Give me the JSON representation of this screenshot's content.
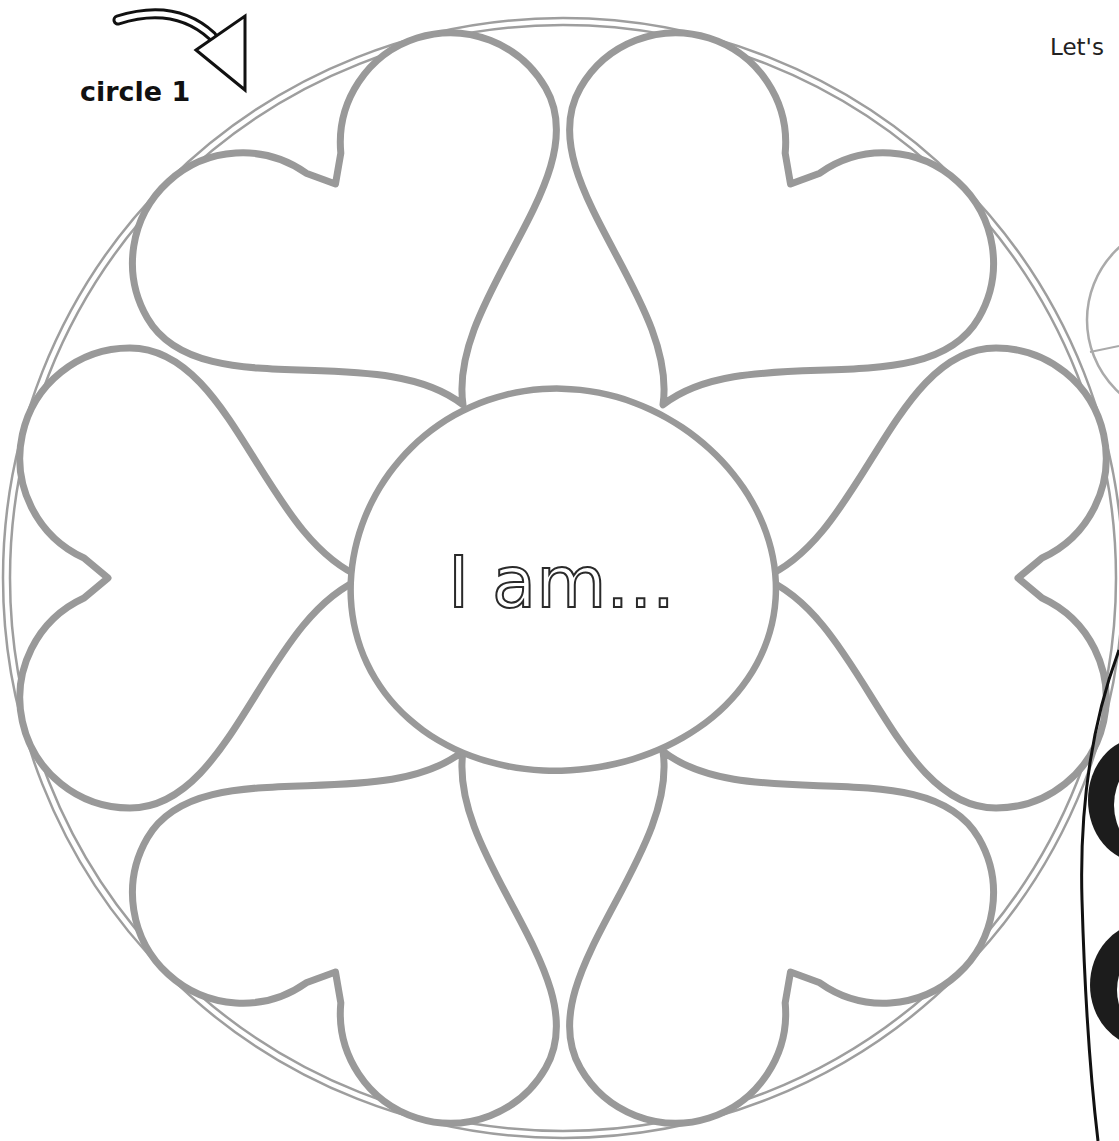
{
  "diagram": {
    "nodes": [
      {
        "text": [
          "I am..."
        ]
      }
    ],
    "labels": [
      "circle 1",
      "Let's"
    ]
  }
}
